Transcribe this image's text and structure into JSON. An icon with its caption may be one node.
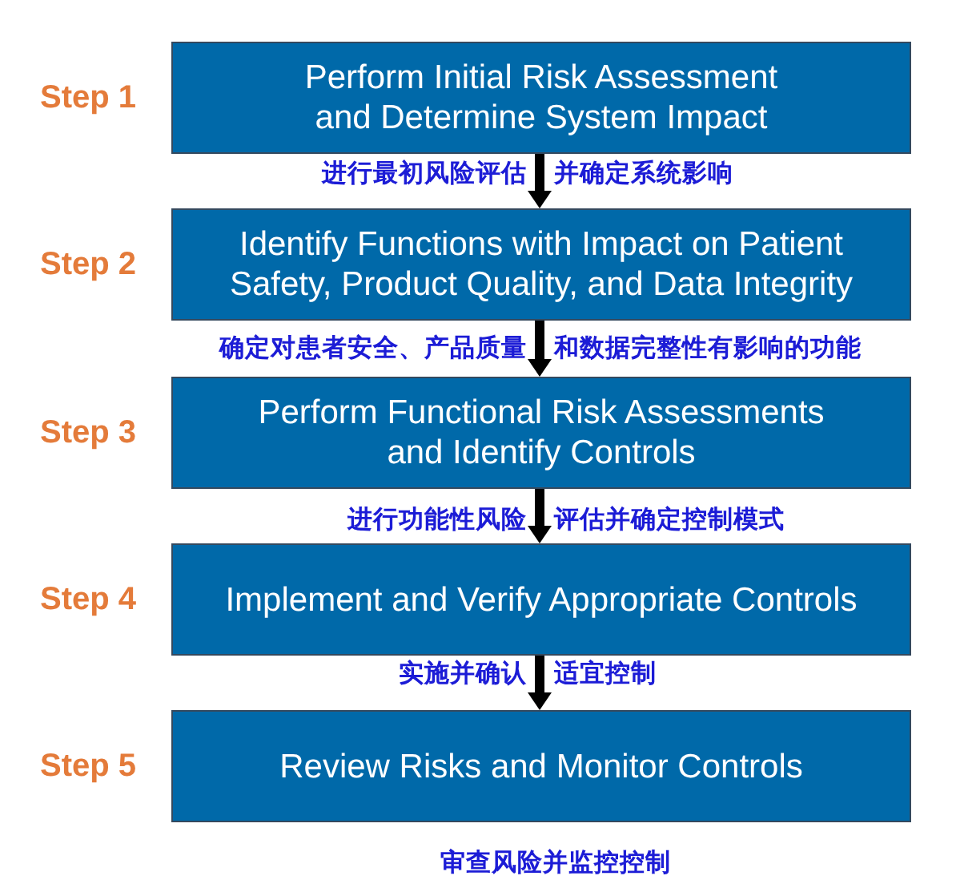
{
  "diagram": {
    "nodes": [
      {
        "text": [
          "Perform Initial Risk Assessment and Determine System Impact"
        ],
        "beside": [
          "Step 1",
          "进行最初风险评估",
          "并确定系统影响"
        ]
      },
      {
        "text": [
          "Identify Functions with Impact on Patient Safety, Product Quality, and Data Integrity"
        ],
        "beside": [
          "Step 2",
          "确定对患者安全、产品质量",
          "和数据完整性有影响的功能"
        ]
      },
      {
        "text": [
          "Perform Functional Risk Assessments and Identify Controls"
        ],
        "beside": [
          "Step 3",
          "进行功能性风险",
          "评估并确定控制模式"
        ]
      },
      {
        "text": [
          "Implement and Verify Appropriate Controls"
        ],
        "beside": [
          "Step 4",
          "实施并确认",
          "适宜控制"
        ]
      },
      {
        "text": [
          "Review Risks and Monitor Controls"
        ],
        "beside": [
          "Step 5",
          "审查风险并监控控制"
        ]
      }
    ],
    "edges": [
      {
        "from": 0,
        "to": 1,
        "arrow": "to"
      },
      {
        "from": 1,
        "to": 2,
        "arrow": "to"
      },
      {
        "from": 2,
        "to": 3,
        "arrow": "to"
      },
      {
        "from": 3,
        "to": 4,
        "arrow": "to"
      }
    ]
  }
}
